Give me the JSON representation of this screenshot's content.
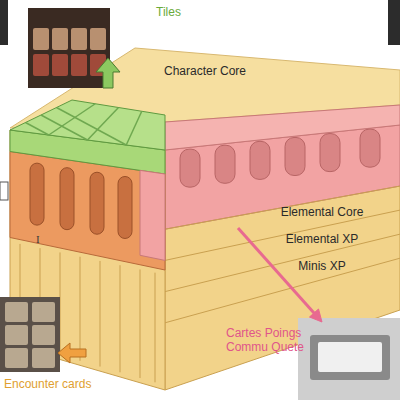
{
  "diagram": {
    "nodes": [
      {
        "text": [
          "Character Core"
        ]
      },
      {
        "text": [
          "Elemental Core"
        ]
      },
      {
        "text": [
          "Elemental XP"
        ]
      },
      {
        "text": [
          "Minis XP"
        ]
      }
    ],
    "labels": [
      "Tiles",
      "I",
      "Cartes Poings Commu Quete",
      "Encounter cards"
    ]
  }
}
